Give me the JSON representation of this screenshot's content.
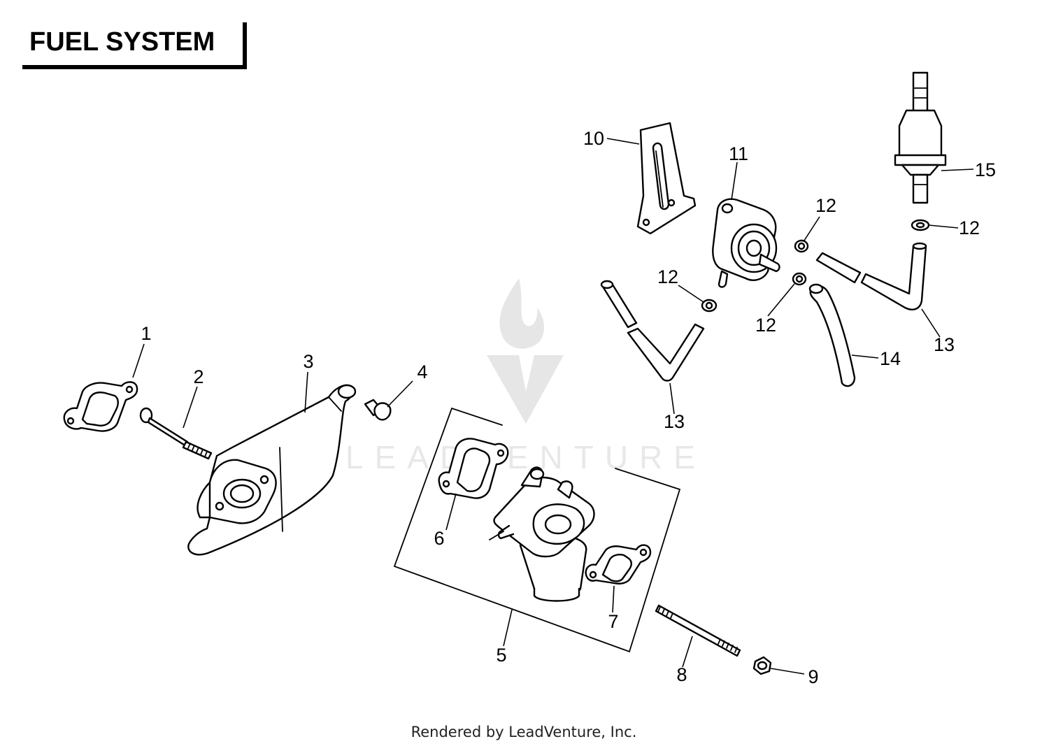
{
  "title": "FUEL SYSTEM",
  "footer": "Rendered by LeadVenture, Inc.",
  "watermark": {
    "text": "LEADVENTURE",
    "color": "#e6e6e6"
  },
  "callouts": {
    "c1": "1",
    "c2": "2",
    "c3": "3",
    "c4": "4",
    "c5": "5",
    "c6": "6",
    "c7": "7",
    "c8": "8",
    "c9": "9",
    "c10": "10",
    "c11": "11",
    "c12a": "12",
    "c12b": "12",
    "c12c": "12",
    "c12d": "12",
    "c13a": "13",
    "c13b": "13",
    "c14": "14",
    "c15": "15"
  }
}
